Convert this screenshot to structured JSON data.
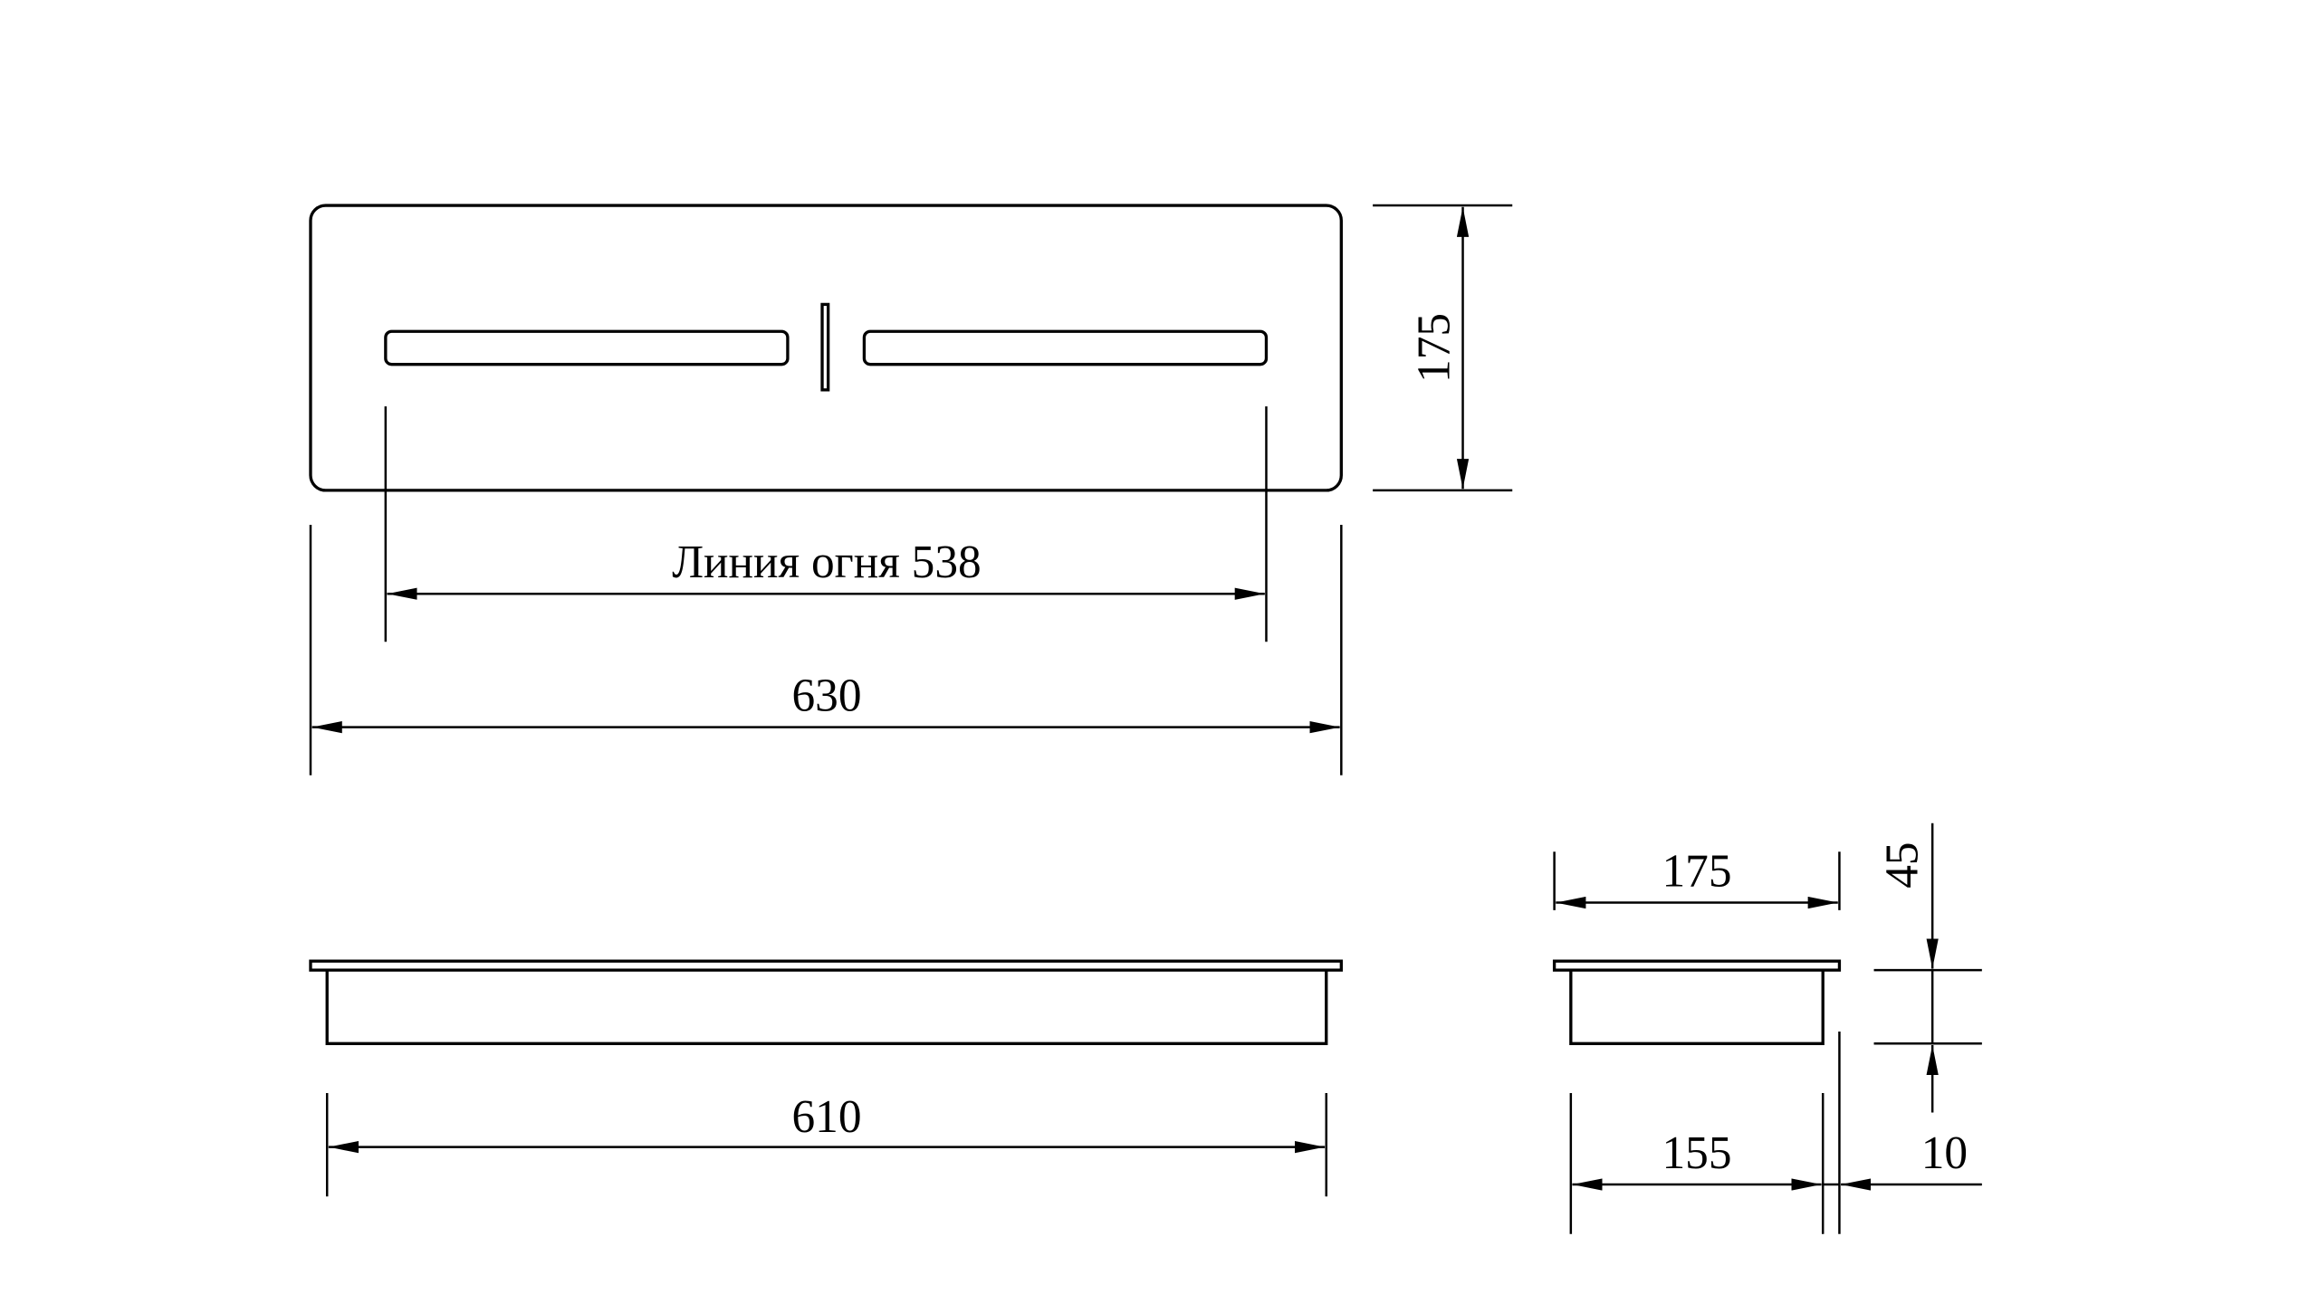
{
  "drawing": {
    "top_view": {
      "fire_line_label": "Линия огня 538",
      "width_label": "630",
      "depth_label": "175"
    },
    "front_view": {
      "body_width_label": "610"
    },
    "side_view": {
      "top_width_label": "175",
      "body_width_label": "155",
      "flange_overhang_label": "10",
      "height_label": "45"
    },
    "line_color": "#000000",
    "background_color": "#ffffff"
  }
}
